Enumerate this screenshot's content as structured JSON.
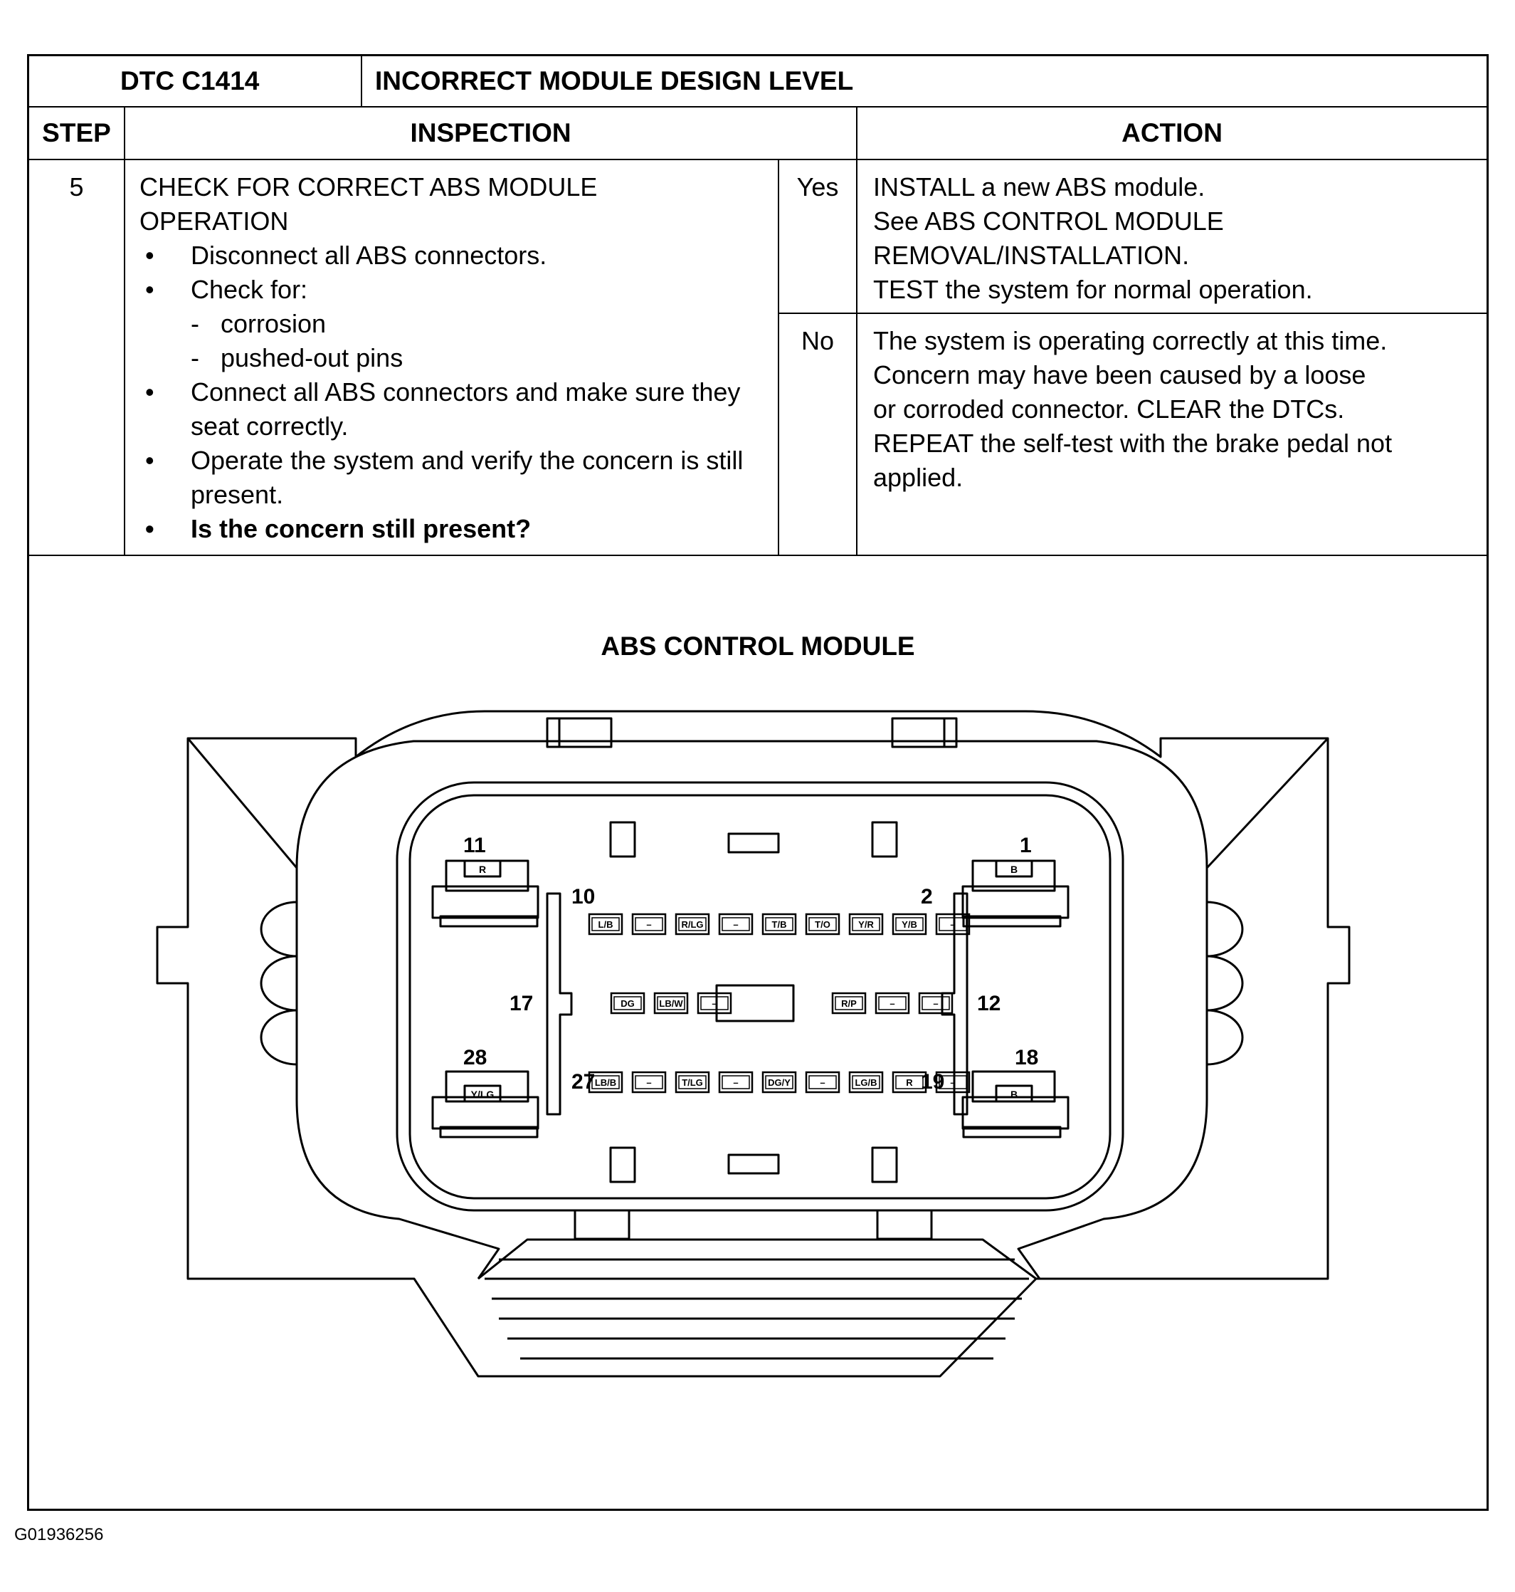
{
  "header": {
    "dtc_code": "DTC C1414",
    "dtc_title": "INCORRECT MODULE DESIGN LEVEL"
  },
  "columns": {
    "step": "STEP",
    "inspection": "INSPECTION",
    "action": "ACTION"
  },
  "step": {
    "number": "5",
    "title_line1": "CHECK FOR CORRECT ABS MODULE",
    "title_line2": "OPERATION",
    "items": [
      "Disconnect all ABS connectors.",
      "Check for:",
      "Connect all ABS connectors and make sure they seat correctly.",
      "Operate the system and verify the concern is still present.",
      "Is the concern still present?"
    ],
    "sub_items": [
      "corrosion",
      "pushed-out pins"
    ],
    "bullet": "•",
    "dash": "-"
  },
  "answers": {
    "yes_label": "Yes",
    "yes_lines": [
      "INSTALL a new ABS module.",
      "See  ABS CONTROL MODULE",
      "REMOVAL/INSTALLATION.",
      "TEST the system for normal operation."
    ],
    "no_label": "No",
    "no_lines": [
      "The system is operating correctly at this time.",
      "Concern may have been caused by a loose",
      "or corroded connector.  CLEAR the DTCs.",
      "REPEAT the self-test with the brake pedal not",
      "applied."
    ]
  },
  "diagram": {
    "title": "ABS CONTROL MODULE",
    "corner_pins": {
      "p11": "11",
      "p1": "1",
      "p28": "28",
      "p18": "18"
    },
    "corner_colors": {
      "p11": "R",
      "p1": "B",
      "p28": "Y/LG",
      "p18": "B"
    },
    "row_numbers": {
      "r10": "10",
      "r2": "2",
      "r17": "17",
      "r12": "12",
      "r27": "27",
      "r19": "19"
    },
    "row_top": [
      "L/B",
      "–",
      "R/LG",
      "–",
      "T/B",
      "T/O",
      "Y/R",
      "Y/B",
      "–"
    ],
    "row_mid_left": [
      "DG",
      "LB/W",
      "–"
    ],
    "row_mid_right": [
      "R/P",
      "–",
      "–"
    ],
    "row_bot": [
      "LB/B",
      "–",
      "T/LG",
      "–",
      "DG/Y",
      "–",
      "LG/B",
      "R",
      "–"
    ]
  },
  "figure_id": "G01936256"
}
